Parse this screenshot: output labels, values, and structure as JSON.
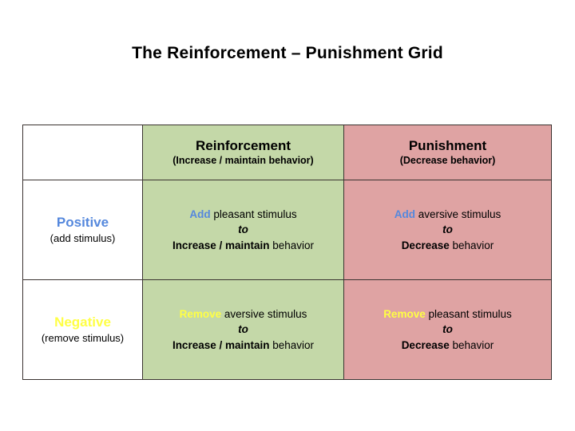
{
  "title": "The Reinforcement – Punishment Grid",
  "colors": {
    "reinforcement_bg": "#c4d8a8",
    "punishment_bg": "#dfa3a3",
    "positive_accent": "#5588dd",
    "negative_accent": "#ffff44",
    "border": "#3a3330",
    "text": "#000000"
  },
  "grid": {
    "column_headers": [
      {
        "key": "reinforcement",
        "title": "Reinforcement",
        "subtitle": "(Increase / maintain behavior)"
      },
      {
        "key": "punishment",
        "title": "Punishment",
        "subtitle": "(Decrease behavior)"
      }
    ],
    "row_headers": [
      {
        "key": "positive",
        "label": "Positive",
        "sublabel": "(add stimulus)",
        "accent": "#5588dd"
      },
      {
        "key": "negative",
        "label": "Negative",
        "sublabel": "(remove stimulus)",
        "accent": "#ffff44"
      }
    ],
    "cells": {
      "positive_reinforcement": {
        "action": "Add",
        "object": "pleasant stimulus",
        "connector": "to",
        "effect_strong": "Increase / maintain",
        "effect_tail": "behavior"
      },
      "positive_punishment": {
        "action": "Add",
        "object": "aversive stimulus",
        "connector": "to",
        "effect_strong": "Decrease",
        "effect_tail": "behavior"
      },
      "negative_reinforcement": {
        "action": "Remove",
        "object": "aversive stimulus",
        "connector": "to",
        "effect_strong": "Increase / maintain",
        "effect_tail": "behavior"
      },
      "negative_punishment": {
        "action": "Remove",
        "object": "pleasant stimulus",
        "connector": "to",
        "effect_strong": "Decrease",
        "effect_tail": "behavior"
      }
    }
  }
}
